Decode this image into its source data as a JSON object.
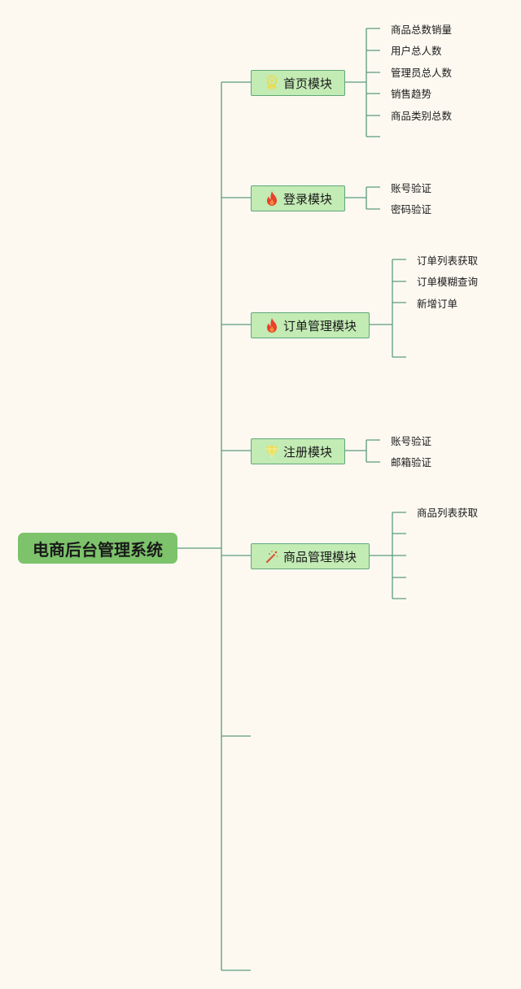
{
  "root": {
    "label": "电商后台管理系统"
  },
  "modules": [
    {
      "id": "home",
      "label": "首页模块",
      "icon": "award-ribbon-icon",
      "icon_color": "#e8dc5a",
      "items": [
        "商品总数销量",
        "用户总人数",
        "管理员总人数",
        "销售趋势",
        "商品类别总数"
      ]
    },
    {
      "id": "login",
      "label": "登录模块",
      "icon": "fire-icon",
      "icon_color": "#e8412c",
      "items": [
        "账号验证",
        "密码验证"
      ]
    },
    {
      "id": "order",
      "label": "订单管理模块",
      "icon": "fire-icon",
      "icon_color": "#e8412c",
      "items": [
        "订单列表获取",
        "订单模糊查询",
        "新增订单"
      ]
    },
    {
      "id": "register",
      "label": "注册模块",
      "icon": "gem-icon",
      "icon_color": "#e8e05a",
      "items": [
        "账号验证",
        "邮箱验证"
      ]
    },
    {
      "id": "goods",
      "label": "商品管理模块",
      "icon": "magic-wand-icon",
      "icon_color": "#d8563a",
      "items": [
        "商品列表获取"
      ]
    }
  ],
  "colors": {
    "line": "#5b9a7c",
    "root_bg": "#7dc36b",
    "module_bg": "#c3ebb4",
    "background": "#fdf9f1"
  }
}
